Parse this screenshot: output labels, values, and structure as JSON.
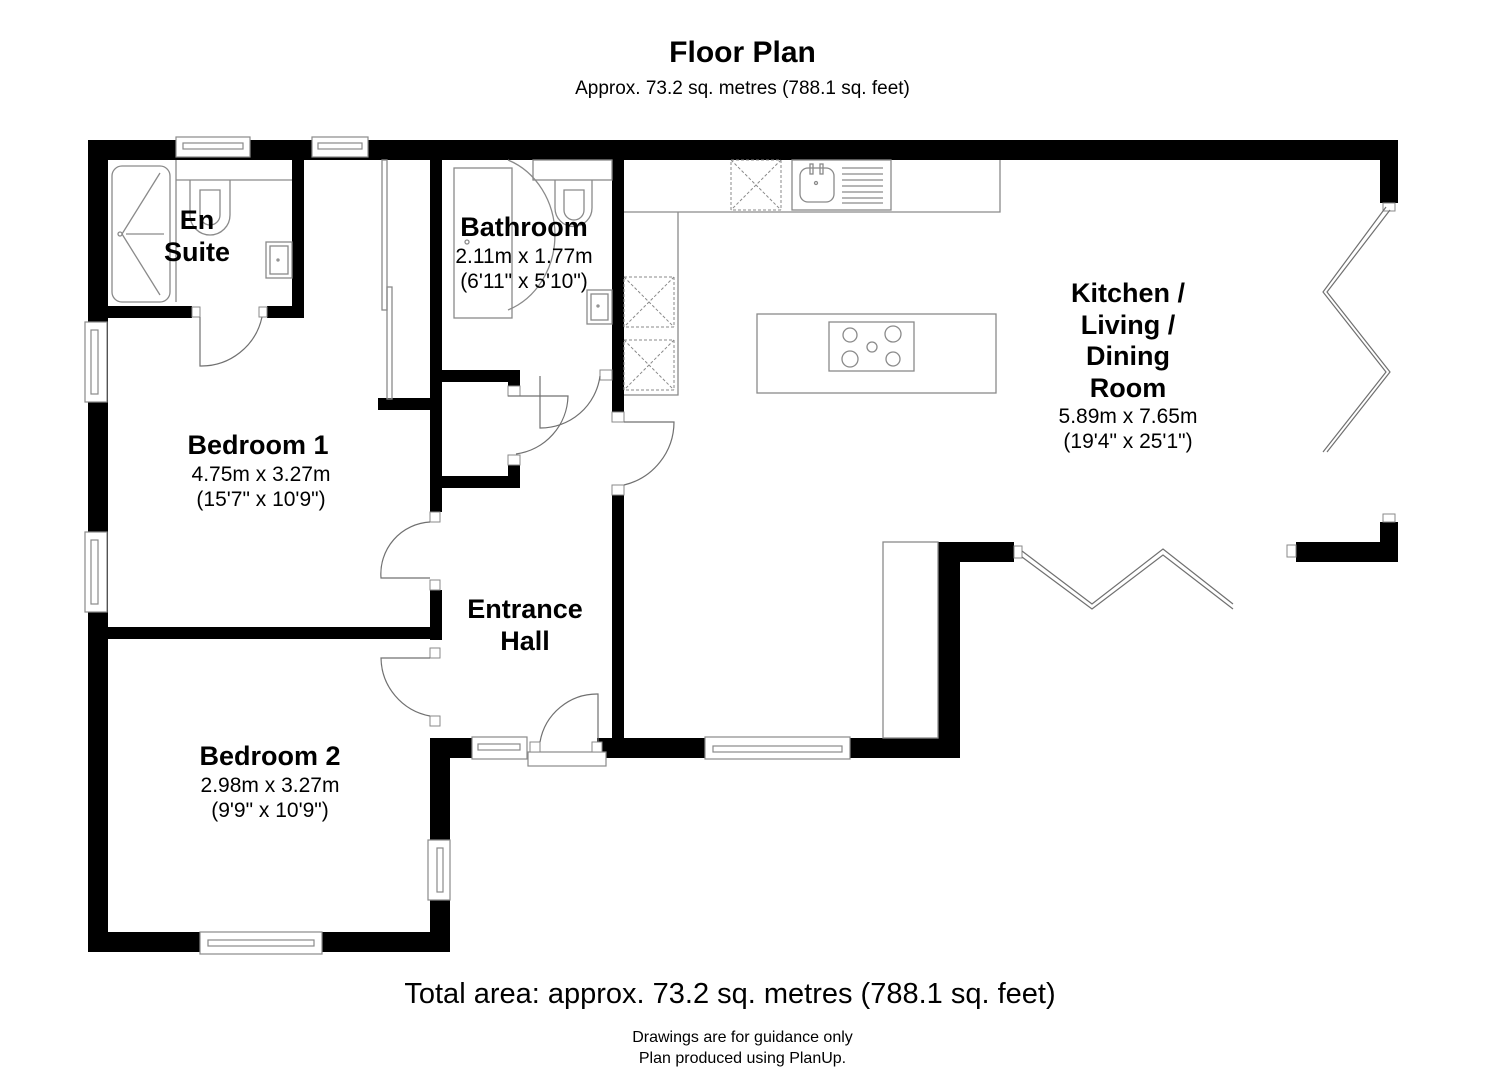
{
  "header": {
    "title": "Floor Plan",
    "subtitle": "Approx. 73.2 sq. metres (788.1 sq. feet)"
  },
  "rooms": {
    "en_suite": {
      "name_line1": "En",
      "name_line2": "Suite"
    },
    "bathroom": {
      "name": "Bathroom",
      "metric": "2.11m x 1.77m",
      "imperial": "(6'11\" x 5'10\")"
    },
    "kitchen": {
      "name_line1": "Kitchen /",
      "name_line2": "Living /",
      "name_line3": "Dining",
      "name_line4": "Room",
      "metric": "5.89m x 7.65m",
      "imperial": "(19'4\" x 25'1\")"
    },
    "bedroom1": {
      "name": "Bedroom 1",
      "metric": "4.75m x 3.27m",
      "imperial": "(15'7\" x 10'9\")"
    },
    "entrance_hall": {
      "name_line1": "Entrance",
      "name_line2": "Hall"
    },
    "bedroom2": {
      "name": "Bedroom 2",
      "metric": "2.98m x 3.27m",
      "imperial": "(9'9\" x 10'9\")"
    }
  },
  "fixtures": [
    "shower-icon",
    "toilet-icon",
    "basin-icon",
    "bath-icon",
    "sink-icon",
    "hob-icon",
    "appliance-icon",
    "bifold-door-icon",
    "window-icon",
    "door-icon"
  ],
  "footer": {
    "total_area": "Total area: approx. 73.2 sq. metres (788.1 sq. feet)",
    "disclaimer_line1": "Drawings are for guidance only",
    "disclaimer_line2": "Plan produced using PlanUp."
  },
  "colors": {
    "wall": "#000000",
    "fixture_line": "#8a8a8a",
    "background": "#ffffff"
  }
}
